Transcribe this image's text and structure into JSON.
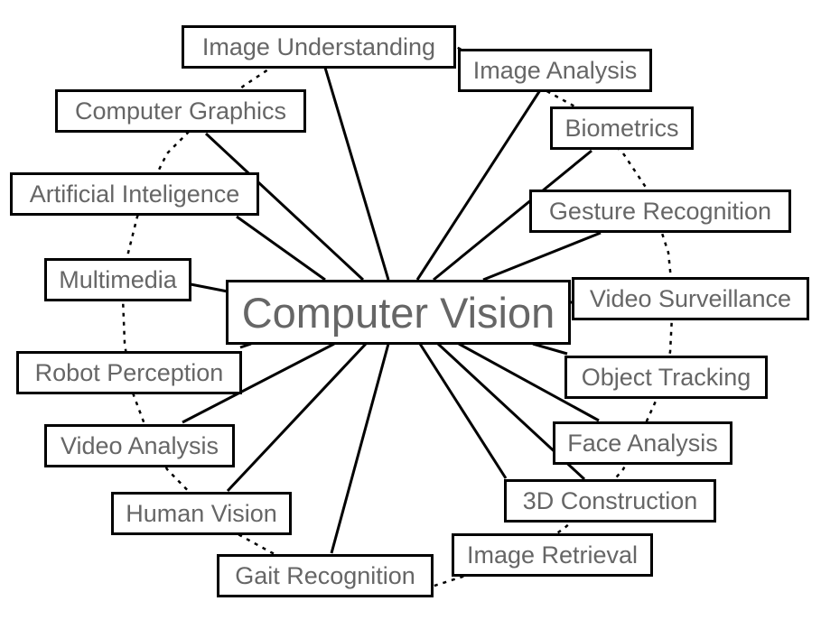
{
  "center": "Computer Vision",
  "topics": [
    "Image Understanding",
    "Image Analysis",
    "Computer Graphics",
    "Biometrics",
    "Artificial Inteligence",
    "Gesture Recognition",
    "Multimedia",
    "Video Surveillance",
    "Robot Perception",
    "Object Tracking",
    "Video Analysis",
    "Face Analysis",
    "3D Construction",
    "Human Vision",
    "Image Retrieval",
    "Gait Recognition"
  ],
  "colors": {
    "text": "#666666",
    "line": "#000000",
    "box_fill": "#ffffff"
  }
}
